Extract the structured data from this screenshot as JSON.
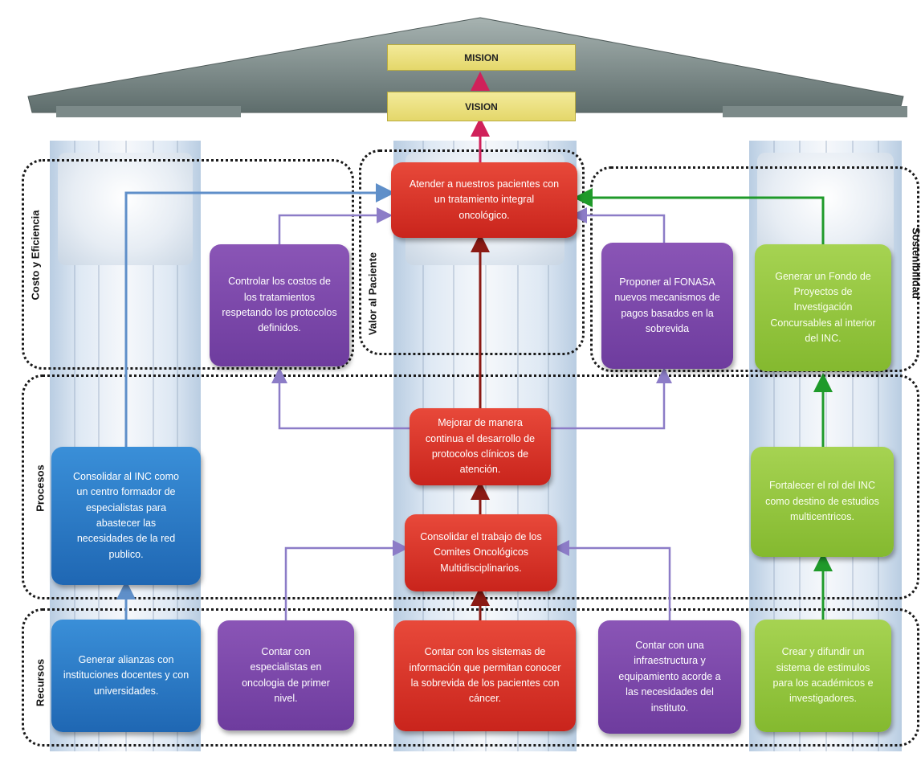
{
  "top": {
    "mision": "MISION",
    "vision": "VISION"
  },
  "regions": {
    "costo": "Costo y Eficiencia",
    "valor": "Valor al Paciente",
    "sostenibilidad": "Sostenibilidad",
    "procesos": "Procesos",
    "recursos": "Recursos"
  },
  "boxes": {
    "atender": "Atender a nuestros pacientes con un tratamiento integral oncológico.",
    "controlar": "Controlar los costos de los tratamientos respetando los protocolos definidos.",
    "proponer": "Proponer  al FONASA nuevos mecanismos de pagos basados en la sobrevida",
    "generar_fondo": "Generar un Fondo de Proyectos de Investigación Concursables al interior del INC.",
    "mejorar": "Mejorar de manera continua el desarrollo de protocolos clínicos de atención.",
    "consolidar_inc": "Consolidar al INC como un centro formador de especialistas para abastecer las necesidades de la red publico.",
    "fortalecer": "Fortalecer  el rol del INC  como destino de estudios multicentricos.",
    "consolidar_comites": "Consolidar el trabajo de los Comites Oncológicos Multidisciplinarios.",
    "generar_alianzas": "Generar alianzas  con instituciones docentes y con universidades.",
    "contar_especialistas": "Contar con especialistas en oncologia de primer nivel.",
    "contar_sistemas": "Contar con los sistemas de información que permitan conocer la sobrevida de los pacientes con cáncer.",
    "contar_infraestructura": "Contar con una infraestructura y equipamiento acorde a las necesidades del instituto.",
    "crear_estimulos": "Crear y difundir un sistema de estimulos para los académicos e investigadores."
  },
  "colors": {
    "red": "#d7352a",
    "blue": "#2a78c6",
    "purple": "#7c48aa",
    "green": "#96c840",
    "gold": "#ece07e",
    "arrow_red": "#d0215a",
    "arrow_blue": "#5f8fc9",
    "arrow_purple": "#8c7cc7",
    "arrow_green": "#1f9a2a",
    "arrow_dark": "#8b1a14"
  }
}
